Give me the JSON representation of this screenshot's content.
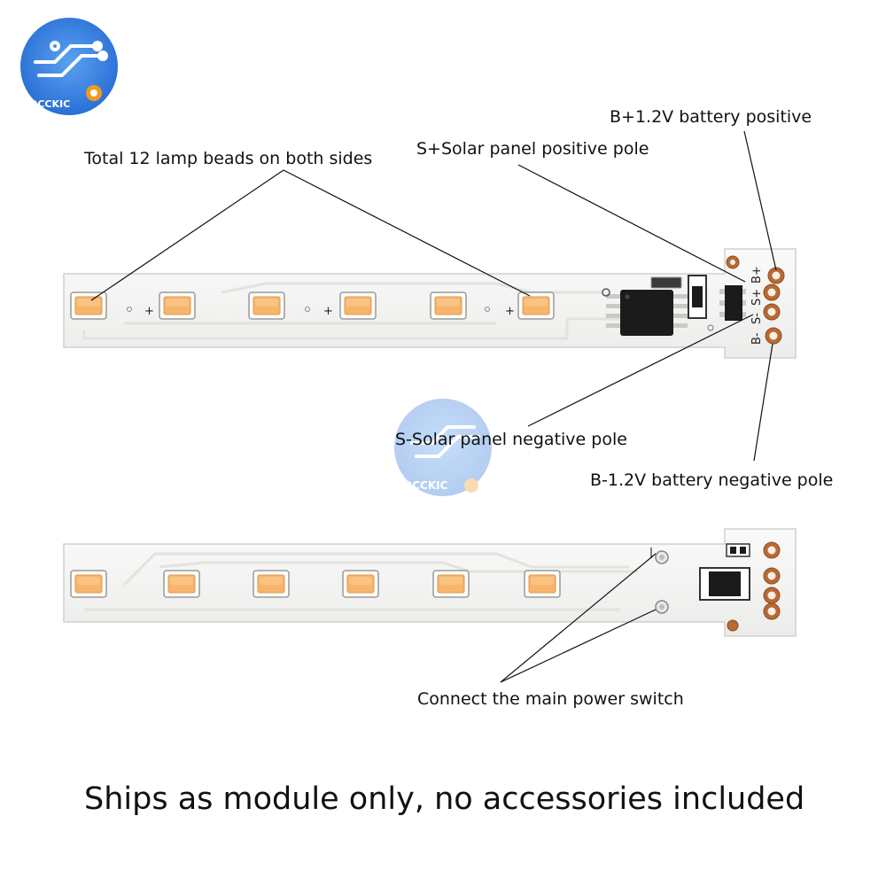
{
  "brand": {
    "name": "OCCKIC"
  },
  "annotations": {
    "lamp_beads": "Total 12 lamp beads on both sides",
    "solar_positive": "S+Solar panel positive pole",
    "battery_positive": "B+1.2V battery positive",
    "solar_negative": "S-Solar panel negative pole",
    "battery_negative": "B-1.2V battery negative pole",
    "power_switch": "Connect the main power switch"
  },
  "silkscreen": {
    "plus": "+",
    "pad_b_plus": "B+",
    "pad_s_plus": "S+",
    "pad_s_minus": "S-",
    "pad_b_minus": "B-"
  },
  "footer": {
    "note": "Ships as module only, no accessories included"
  },
  "colors": {
    "board": "#f4f4f2",
    "board_edge": "#d9d9d6",
    "led_body": "#fbfbfa",
    "led_lens": "#f7b46a",
    "copper_pad": "#b86a34",
    "chip": "#1b1b1b",
    "logo_blue": "#2f7de1"
  }
}
